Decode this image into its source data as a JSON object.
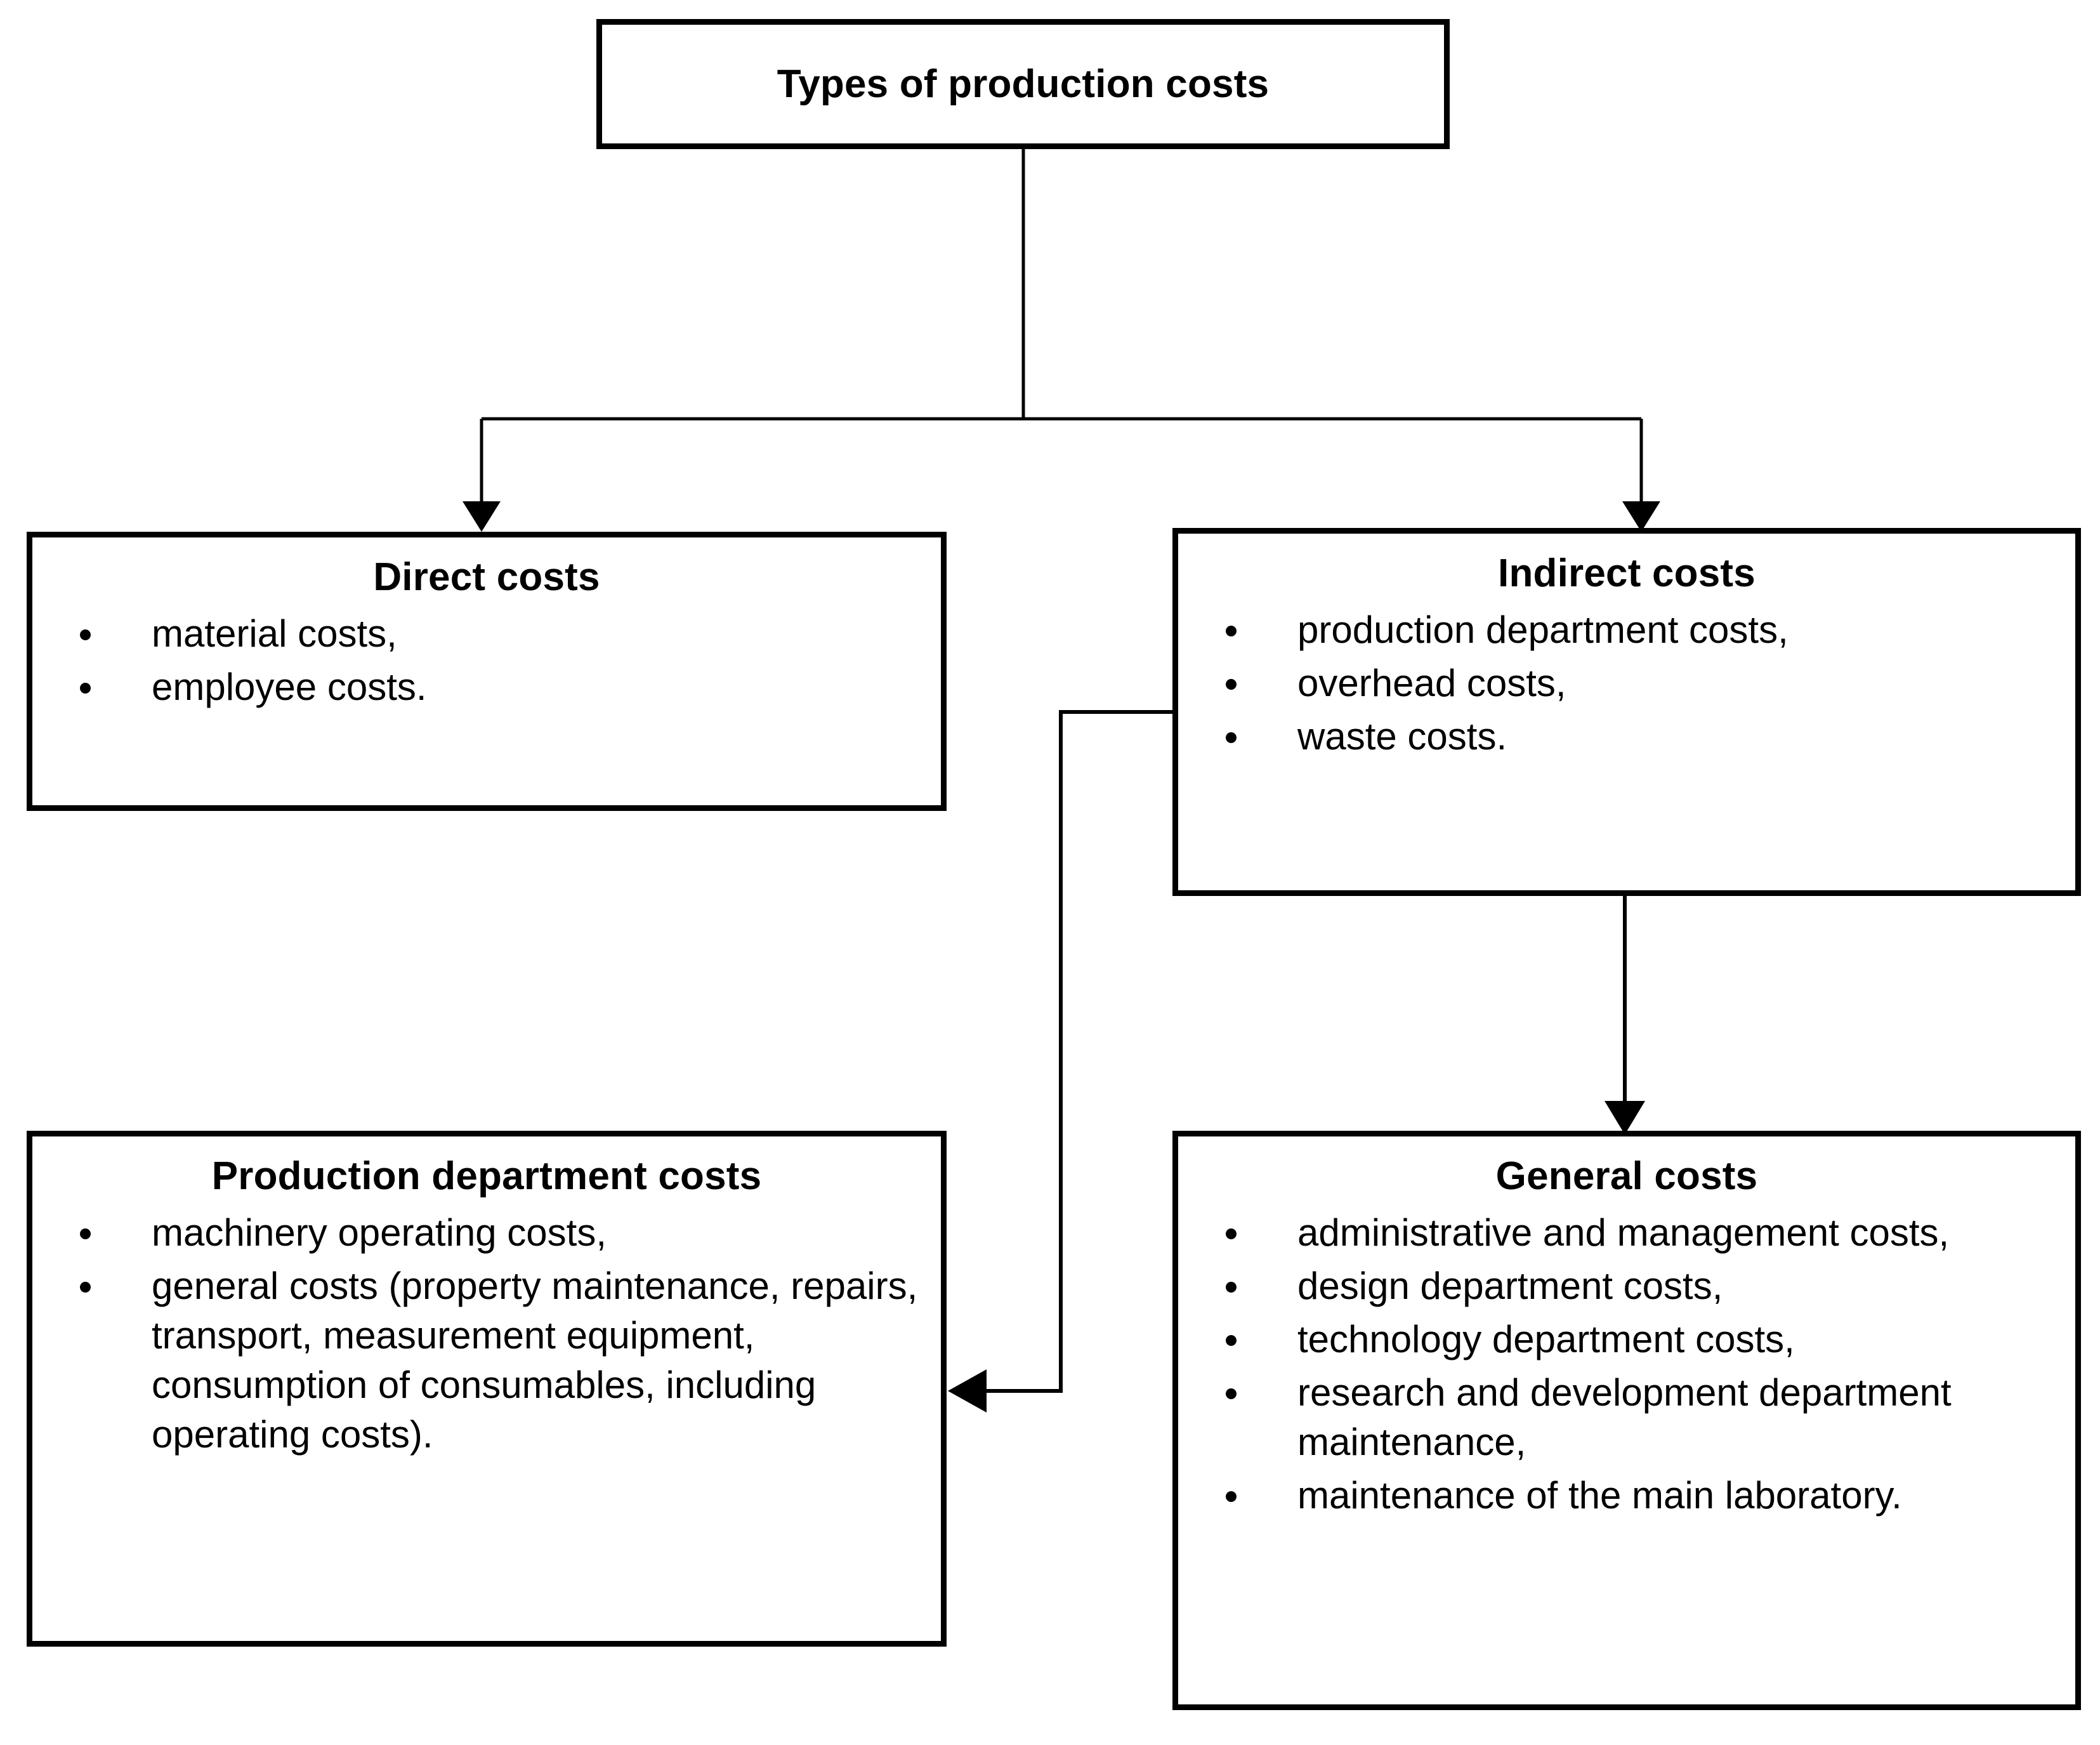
{
  "diagram": {
    "type": "hierarchy-flowchart",
    "root": {
      "title": "Types of production costs"
    },
    "nodes": [
      {
        "id": "direct-costs",
        "title": "Direct costs",
        "items": [
          "material costs,",
          "employee costs."
        ]
      },
      {
        "id": "indirect-costs",
        "title": "Indirect costs",
        "items": [
          "production department costs,",
          "overhead costs,",
          "waste costs."
        ]
      },
      {
        "id": "production-department-costs",
        "title": "Production department costs",
        "items": [
          "machinery operating costs,",
          "general costs (property maintenance, repairs, transport, measurement equipment, consumption of consumables, including operating costs)."
        ]
      },
      {
        "id": "general-costs",
        "title": "General costs",
        "items": [
          "administrative and management costs,",
          "design department costs,",
          "technology department costs,",
          "research and development department maintenance,",
          "maintenance of the main laboratory."
        ]
      }
    ],
    "connectors": [
      {
        "id": "root-to-direct",
        "from": "Types of production costs",
        "to": "Direct costs",
        "style": "elbow-split-down"
      },
      {
        "id": "root-to-indirect",
        "from": "Types of production costs",
        "to": "Indirect costs",
        "style": "elbow-split-down"
      },
      {
        "id": "indirect-to-general",
        "from": "Indirect costs",
        "to": "General costs",
        "style": "straight-down"
      },
      {
        "id": "indirect-to-production",
        "from": "Indirect costs",
        "to": "Production department costs",
        "style": "elbow-left-down-left"
      }
    ],
    "colors": {
      "line": "#000000",
      "border": "#000000",
      "background": "#ffffff",
      "text": "#000000"
    }
  }
}
